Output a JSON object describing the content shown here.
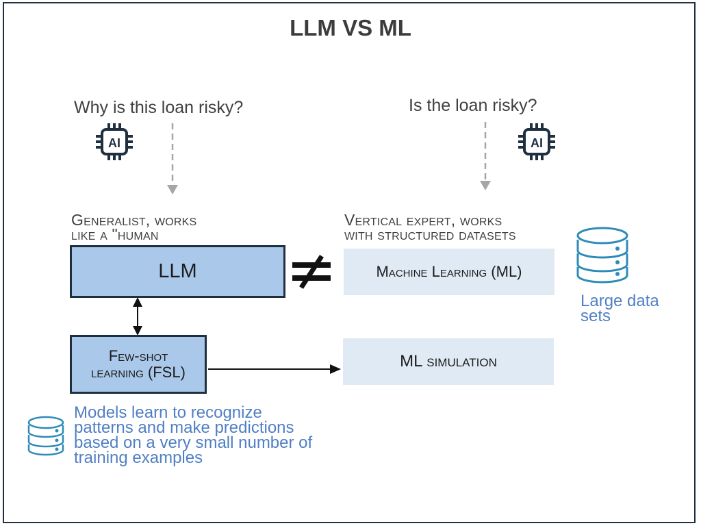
{
  "title": "LLM VS ML",
  "left": {
    "question": "Why is this loan risky?",
    "ai_icon_label": "AI",
    "caption_line1": "Generalist, works",
    "caption_line2": "like a \"human",
    "llm_box": "LLM",
    "fsl_box_line1": "Few-shot",
    "fsl_box_line2": "learning (FSL)",
    "fsl_note": "Models learn to recognize patterns and make predictions based on a very small number of training examples"
  },
  "right": {
    "question": "Is the loan risky?",
    "ai_icon_label": "AI",
    "caption_line1": "Vertical expert, works",
    "caption_line2": "with structured datasets",
    "ml_box": "Machine Learning (ML)",
    "ml_sim_box": "ML simulation",
    "data_note": "Large data sets"
  },
  "colors": {
    "dark_box_fill": "#a9c8ea",
    "light_box_fill": "#dfeaf5",
    "accent_blue": "#4f7fc4",
    "icon_teal": "#2e8bb8",
    "border": "#1e2f40"
  }
}
